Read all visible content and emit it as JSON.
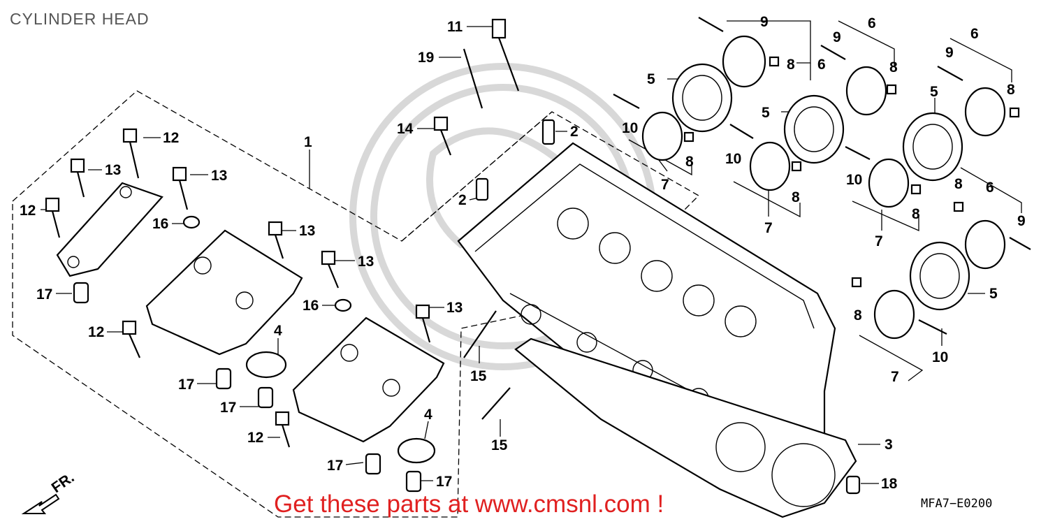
{
  "title": "CYLINDER HEAD",
  "diagram_code": "MFA7−E0200",
  "watermark": "Get these parts at www.cmsnl.com !",
  "front_arrow_label": "FR.",
  "callouts": {
    "c11": "11",
    "c19": "19",
    "c14": "14",
    "c2a": "2",
    "c2b": "2",
    "c1": "1",
    "c12a": "12",
    "c13a": "13",
    "c13b": "13",
    "c12b": "12",
    "c16a": "16",
    "c13c": "13",
    "c17a": "17",
    "c13d": "13",
    "c16b": "16",
    "c13e": "13",
    "c12c": "12",
    "c4a": "4",
    "c17b": "17",
    "c17c": "17",
    "c12d": "12",
    "c4b": "4",
    "c17d": "17",
    "c17e": "17",
    "c15a": "15",
    "c15b": "15",
    "c3": "3",
    "c18": "18",
    "c9a": "9",
    "c8a": "8",
    "c6a": "6",
    "c5a": "5",
    "c10a": "10",
    "c8b": "8",
    "c7a": "7",
    "c9b": "9",
    "c6b": "6",
    "c8c": "8",
    "c5b": "5",
    "c10b": "10",
    "c8d": "8",
    "c7b": "7",
    "c9c": "9",
    "c6c": "6",
    "c8e": "8",
    "c5c": "5",
    "c10c": "10",
    "c8f": "8",
    "c7c": "7",
    "c6d": "6",
    "c8g": "8",
    "c9d": "9",
    "c5d": "5",
    "c8h": "8",
    "c7d": "7",
    "c10d": "10"
  }
}
